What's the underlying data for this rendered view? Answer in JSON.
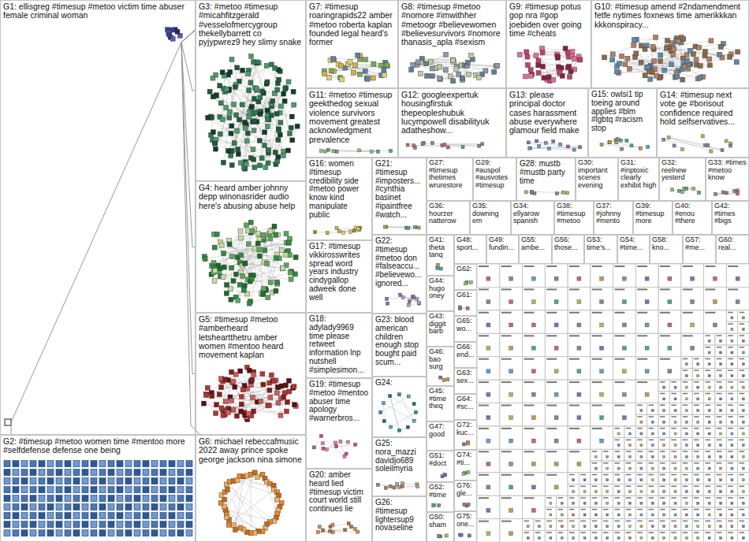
{
  "diagram": {
    "nodes": [
      {
        "text": [
          "G1: ellisgreg #timesup #metoo victim time abuser female criminal woman"
        ]
      },
      {
        "text": [
          "G2: #timesup #metoo women time #mentoo more #selfdefense defense one being"
        ]
      },
      {
        "text": [
          "G3: #metoo #timesup #micahfitzgerald #vesselofmercygroup thekellybarrett co pyjypwrez9 hey slimy snake"
        ]
      },
      {
        "text": [
          "G4: heard amber johnny depp winonasrider audio here's abusing abuse help"
        ]
      },
      {
        "text": [
          "G5: #timesup #metoo #amberheard letsheartthetru amber women #mentoo heard movement kaplan"
        ]
      },
      {
        "text": [
          "G6: michael rebeccafmusic 2022 away prince spoke george jackson nina simone"
        ]
      },
      {
        "text": [
          "G7: #timesup roaringrapids22 amber #metoo roberta kaplan founded legal heard's former"
        ]
      },
      {
        "text": [
          "G8: #timesup #metoo #nomore #imwithher #metoogr #believewomen #believesurvivors #nomore thanasis_apla #sexism"
        ]
      },
      {
        "text": [
          "G9: #timesup potus gop nra #gop joebiden over going time #cheats"
        ]
      },
      {
        "text": [
          "G10: #timesup amend #2ndamendment fetfe nytimes foxnews time amerikkkan kkkonspiracy..."
        ]
      },
      {
        "text": [
          "G11: #metoo #timesup geekthedog sexual violence survivors movement greatest acknowledgment prevalence"
        ]
      },
      {
        "text": [
          "G12: googleexpertuk housingfirstuk thepeopleshubuk lucympowell disabilityuk adatheshow..."
        ]
      },
      {
        "text": [
          "G13: please principal doctor cases harassment abuse everywhere glamour field make"
        ]
      },
      {
        "text": [
          "G15: owlsi1 tip toeing around applies #blm #lgbtq #racism stop"
        ]
      },
      {
        "text": [
          "G14: #timesup next vote ge #borisout confidence required hold selfservatives..."
        ]
      },
      {
        "text": [
          "G16: women #timesup credibility side #metoo power know kind manipulate public"
        ]
      },
      {
        "text": [
          "G17: #timesup vikkirosswrites spread word years industry cindygallop adweek done well"
        ]
      },
      {
        "text": [
          "G18: adylady9969 time please retweet information lnp nutshell #simplesimon..."
        ]
      },
      {
        "text": [
          "G19: #timesup #metoo #mentoo abuser time apology #warnerbros..."
        ]
      },
      {
        "text": [
          "G20: amber heard lied #timesup victim court world still continues lie"
        ]
      },
      {
        "text": [
          "G21: #timesup #imposters... #cynthia basinet #ipaintfree #watch..."
        ]
      },
      {
        "text": [
          "G22: #timesup #metoo don #falseaccu... #believewo... ignored..."
        ]
      },
      {
        "text": [
          "G23: blood american children enough stop bought paid scum..."
        ]
      },
      {
        "text": [
          "G24:"
        ]
      },
      {
        "text": [
          "G25: nora_mazzi davidjo689 soleilmyria"
        ]
      },
      {
        "text": [
          "G26: #timesup lightersup9 novaseline"
        ]
      },
      {
        "text": [
          "G27: #timesup thetimes wrurestore"
        ]
      },
      {
        "text": [
          "G29: #auspol #ausvotes #timesup"
        ]
      },
      {
        "text": [
          "G28: mustb #mustb party time"
        ]
      },
      {
        "text": [
          "G30: important scenes evening"
        ]
      },
      {
        "text": [
          "G31: #inptoxic clearly exhibit high"
        ]
      },
      {
        "text": [
          "G32: reelnew yesterd"
        ]
      },
      {
        "text": [
          "G33: #times #metoo know"
        ]
      },
      {
        "text": [
          "G36: hourzer natterow"
        ]
      },
      {
        "text": [
          "G35: downing em"
        ]
      },
      {
        "text": [
          "G34: ellyarow spanish"
        ]
      },
      {
        "text": [
          "G38: #timesup #metoo"
        ]
      },
      {
        "text": [
          "G37: #johnny #mento"
        ]
      },
      {
        "text": [
          "G39: #timesup more"
        ]
      },
      {
        "text": [
          "G40: #enou #there"
        ]
      },
      {
        "text": [
          "G42: #times #bigs"
        ]
      },
      {
        "text": [
          "G41: theta tanq"
        ]
      },
      {
        "text": [
          "G44: hugo oney"
        ]
      },
      {
        "text": [
          "G43: diggit barb"
        ]
      },
      {
        "text": [
          "G46: bao surg"
        ]
      },
      {
        "text": [
          "G45: #time theq"
        ]
      },
      {
        "text": [
          "G47: good"
        ]
      },
      {
        "text": [
          "G51: #doct"
        ]
      },
      {
        "text": [
          "G52: #time"
        ]
      },
      {
        "text": [
          "G50: sham"
        ]
      },
      {
        "text": [
          "G48: sport..."
        ]
      },
      {
        "text": [
          "G49: fundin..."
        ]
      },
      {
        "text": [
          "G55: ambe..."
        ]
      },
      {
        "text": [
          "G56: those..."
        ]
      },
      {
        "text": [
          "G53: time's..."
        ]
      },
      {
        "text": [
          "G54: #time..."
        ]
      },
      {
        "text": [
          "G58: kno..."
        ]
      },
      {
        "text": [
          "G57: #me..."
        ]
      },
      {
        "text": [
          "G60: real..."
        ]
      },
      {
        "text": [
          "G62:"
        ]
      },
      {
        "text": [
          "G61:"
        ]
      },
      {
        "text": [
          "G65: wo..."
        ]
      },
      {
        "text": [
          "G66: end..."
        ]
      },
      {
        "text": [
          "G63: sex..."
        ]
      },
      {
        "text": [
          "G64: #sc..."
        ]
      },
      {
        "text": [
          "G72: kuc..."
        ]
      },
      {
        "text": [
          "G74: #ti..."
        ]
      },
      {
        "text": [
          "G76: gle..."
        ]
      },
      {
        "text": [
          "G75: one..."
        ]
      }
    ],
    "edges": [
      {
        "from": 0,
        "to": 2,
        "arrow": "none"
      },
      {
        "from": 0,
        "to": 3,
        "arrow": "none"
      },
      {
        "from": 0,
        "to": 4,
        "arrow": "none"
      },
      {
        "from": 0,
        "to": 5,
        "arrow": "none"
      },
      {
        "from": 0,
        "to": 1,
        "arrow": "none"
      }
    ]
  }
}
